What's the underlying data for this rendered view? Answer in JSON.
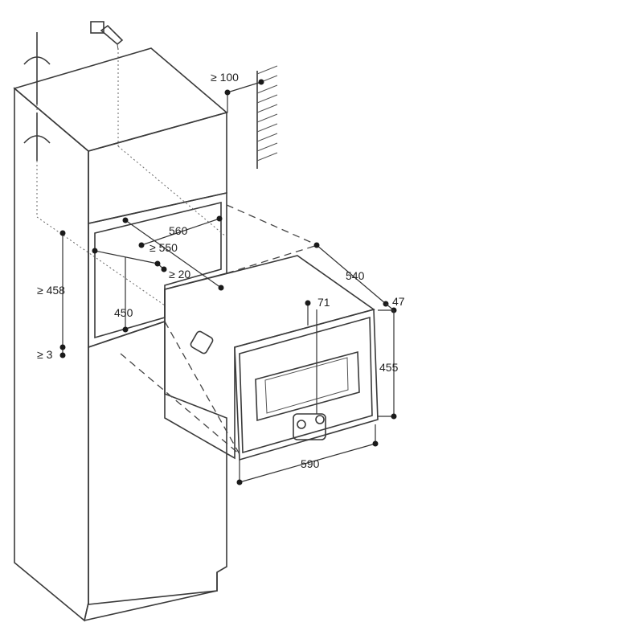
{
  "dimensions": {
    "top_vent": "≥ 100",
    "niche_depth": "560",
    "niche_min_depth": "≥ 550",
    "gap_rear": "≥ 20",
    "niche_height": "≥ 458",
    "inner_height": "450",
    "shelf_thickness": "≥ 3",
    "oven_depth": "540",
    "front_depth": "47",
    "door_offset": "71",
    "oven_height": "455",
    "oven_width": "590"
  }
}
